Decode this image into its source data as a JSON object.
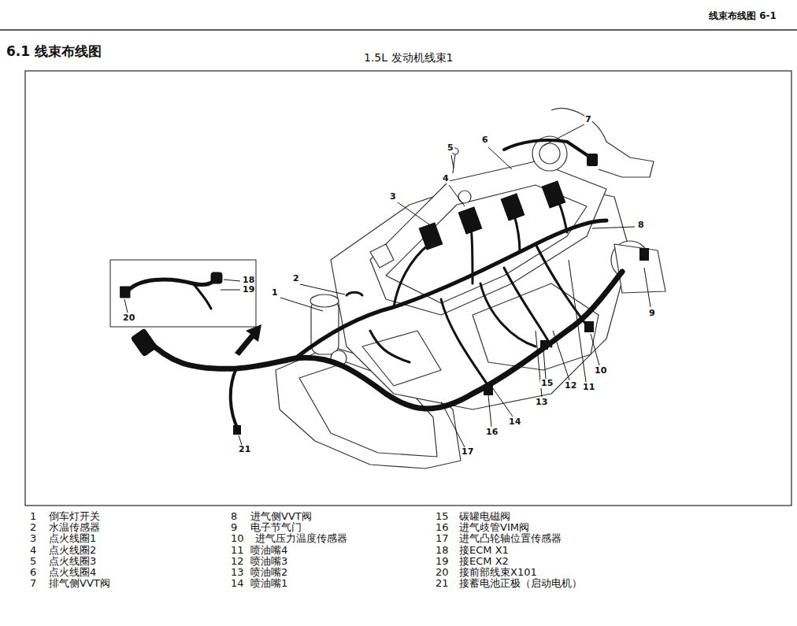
{
  "diagram": {
    "title": "6.1 线束布线图",
    "labels": [
      "线束布线图 6-1",
      "1.5L 发动机线束1",
      "1",
      "2",
      "3",
      "4",
      "5",
      "6",
      "7",
      "8",
      "9",
      "10",
      "11",
      "12",
      "13",
      "14",
      "15",
      "16",
      "17",
      "18",
      "19",
      "20",
      "21",
      "1",
      "倒车灯开关",
      "2",
      "水温传感器",
      "3",
      "点火线圈1",
      "4",
      "点火线圈2",
      "5",
      "点火线圈3",
      "6",
      "点火线圈4",
      "7",
      "排气侧VVT阀",
      "8",
      "进气侧VVT阀",
      "9",
      "电子节气门",
      "10",
      "进气压力温度传感器",
      "11",
      "喷油嘴4",
      "12",
      "喷油嘴3",
      "13",
      "喷油嘴2",
      "14",
      "喷油嘴1",
      "15",
      "碳罐电磁阀",
      "16",
      "进气歧管VIM阀",
      "17",
      "进气凸轮轴位置传感器",
      "18",
      "接ECM X1",
      "19",
      "接ECM X2",
      "20",
      "接前部线束X101",
      "21",
      "接蓄电池正极（启动电机）"
    ]
  }
}
